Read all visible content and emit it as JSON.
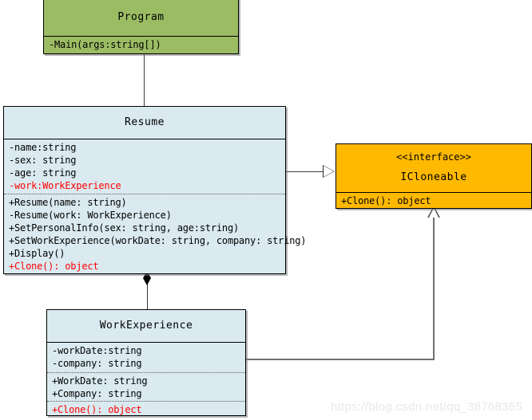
{
  "diagram": {
    "type": "uml-class-diagram",
    "colors": {
      "program_fill": "#9cbc63",
      "class_fill": "#daeaf0",
      "interface_fill": "#ffb900",
      "highlight_text": "#ff0000",
      "border": "#000000",
      "connector": "#3b3b3b",
      "connector_gray": "#6f6f6f"
    },
    "classes": {
      "program": {
        "name": "Program",
        "members": [
          {
            "text": "-Main(args:string[])",
            "highlight": false
          }
        ]
      },
      "resume": {
        "name": "Resume",
        "attributes": [
          {
            "text": "-name:string",
            "highlight": false
          },
          {
            "text": "-sex: string",
            "highlight": false
          },
          {
            "text": "-age: string",
            "highlight": false
          },
          {
            "text": "-work:WorkExperience",
            "highlight": true
          }
        ],
        "operations": [
          {
            "text": "+Resume(name: string)",
            "highlight": false
          },
          {
            "text": "-Resume(work: WorkExperience)",
            "highlight": false
          },
          {
            "text": "+SetPersonalInfo(sex: string, age:string)",
            "highlight": false
          },
          {
            "text": "+SetWorkExperience(workDate: string, company: string)",
            "highlight": false
          },
          {
            "text": "+Display()",
            "highlight": false
          },
          {
            "text": "+Clone(): object",
            "highlight": true
          }
        ]
      },
      "work_experience": {
        "name": "WorkExperience",
        "attributes": [
          {
            "text": "-workDate:string",
            "highlight": false
          },
          {
            "text": "-company: string",
            "highlight": false
          }
        ],
        "properties": [
          {
            "text": "+WorkDate: string",
            "highlight": false
          },
          {
            "text": "+Company: string",
            "highlight": false
          }
        ],
        "operations": [
          {
            "text": "+Clone(): object",
            "highlight": true
          }
        ]
      },
      "icloneable": {
        "stereotype": "<<interface>>",
        "name": "ICloneable",
        "operations": [
          {
            "text": "+Clone(): object",
            "highlight": false
          }
        ]
      }
    },
    "relationships": [
      {
        "from": "Program",
        "to": "Resume",
        "kind": "association",
        "marker": "none"
      },
      {
        "from": "Resume",
        "to": "ICloneable",
        "kind": "realization",
        "marker": "hollow-triangle"
      },
      {
        "from": "WorkExperience",
        "to": "ICloneable",
        "kind": "realization",
        "marker": "hollow-triangle"
      },
      {
        "from": "Resume",
        "to": "WorkExperience",
        "kind": "composition",
        "marker": "filled-diamond"
      }
    ]
  },
  "watermark": {
    "text": "https://blog.csdn.net/qq_38768365"
  }
}
